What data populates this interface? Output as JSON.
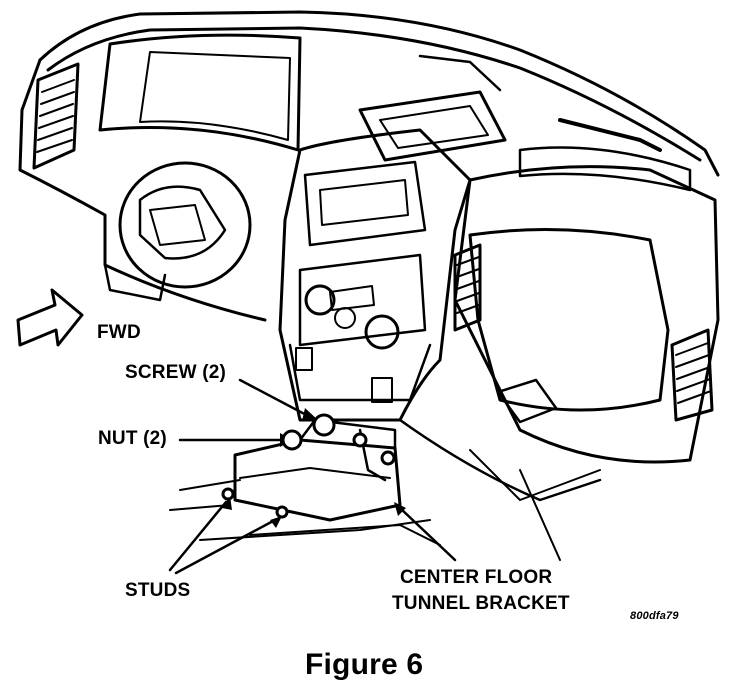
{
  "labels": {
    "fwd": "FWD",
    "screw": "SCREW (2)",
    "nut": "NUT (2)",
    "studs": "STUDS",
    "center_floor": "CENTER FLOOR",
    "tunnel_bracket": "TUNNEL BRACKET",
    "figure_code": "800dfa79"
  },
  "caption": "Figure 6",
  "colors": {
    "ink": "#000000",
    "paper": "#ffffff"
  }
}
